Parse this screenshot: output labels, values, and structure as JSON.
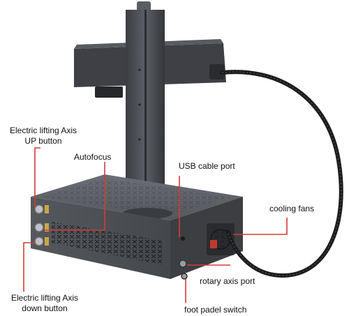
{
  "callouts": {
    "up_button": {
      "line1": "Electric lifting Axis",
      "line2": "UP button"
    },
    "autofocus": "Autofocus",
    "usb_port": "USB cable port",
    "cooling_fans": "cooling fans",
    "rotary_port": "rotary axis port",
    "down_button": {
      "line1": "Electric lifting Axis",
      "line2": "down button"
    },
    "foot_switch": "foot padel switch"
  },
  "colors": {
    "leader_line": "#d23b3b",
    "label_text": "#111111",
    "machine_body": "#4d5055",
    "machine_dark": "#2e3034",
    "cable": "#1f1f1f",
    "background": "#ffffff"
  },
  "icons": {
    "button_up": "round-steel-button",
    "button_autofocus": "round-steel-button",
    "button_down": "round-steel-button",
    "fan": "fan-grille",
    "port": "round-connector"
  }
}
